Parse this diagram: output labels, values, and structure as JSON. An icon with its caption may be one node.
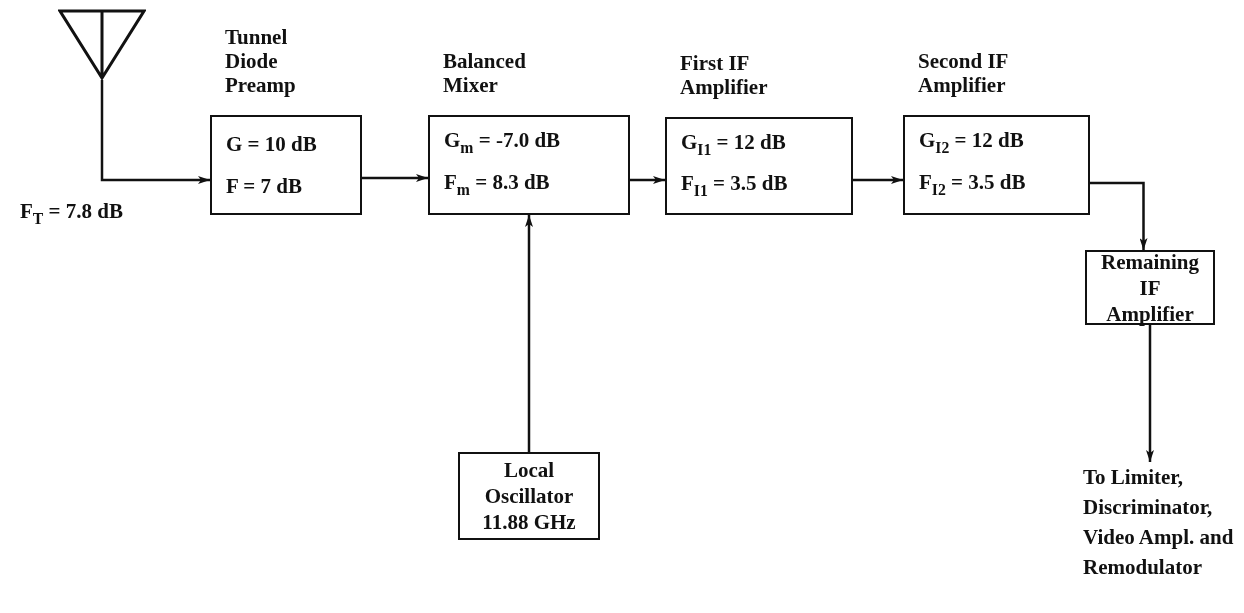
{
  "diagram": {
    "nodes": [
      {
        "text": [],
        "shape": "antenna"
      },
      {
        "text": [
          "Tunnel Diode Preamp",
          "G = 10 dB",
          "F = 7 dB"
        ]
      },
      {
        "text": [
          "Balanced Mixer",
          "G$_{m}$ = -7.0 dB",
          "F$_{m}$ = 8.3 dB"
        ]
      },
      {
        "text": [
          "First IF Amplifier",
          "G$_{I1}$ = 12 dB",
          "F$_{I1}$ = 3.5 dB"
        ]
      },
      {
        "text": [
          "Second IF Amplifier",
          "G$_{I2}$ = 12 dB",
          "F$_{I2}$ = 3.5 dB"
        ]
      },
      {
        "text": [
          "Local Oscillator 11.88 GHz"
        ]
      },
      {
        "text": [
          "Remaining IF Amplifier"
        ]
      },
      {
        "text": [
          "To Limiter, Discriminator, Video Ampl. and Remodulator"
        ]
      }
    ],
    "edges": [
      {
        "from": 0,
        "to": 1,
        "arrow": "to"
      },
      {
        "from": 1,
        "to": 2,
        "arrow": "to"
      },
      {
        "from": 2,
        "to": 3,
        "arrow": "to"
      },
      {
        "from": 3,
        "to": 4,
        "arrow": "to"
      },
      {
        "from": 5,
        "to": 2,
        "arrow": "to"
      },
      {
        "from": 4,
        "to": 6,
        "arrow": "to"
      },
      {
        "from": 6,
        "to": 7,
        "arrow": "to"
      }
    ],
    "labels": [
      "F$_{T}$ = 7.8 dB"
    ]
  }
}
